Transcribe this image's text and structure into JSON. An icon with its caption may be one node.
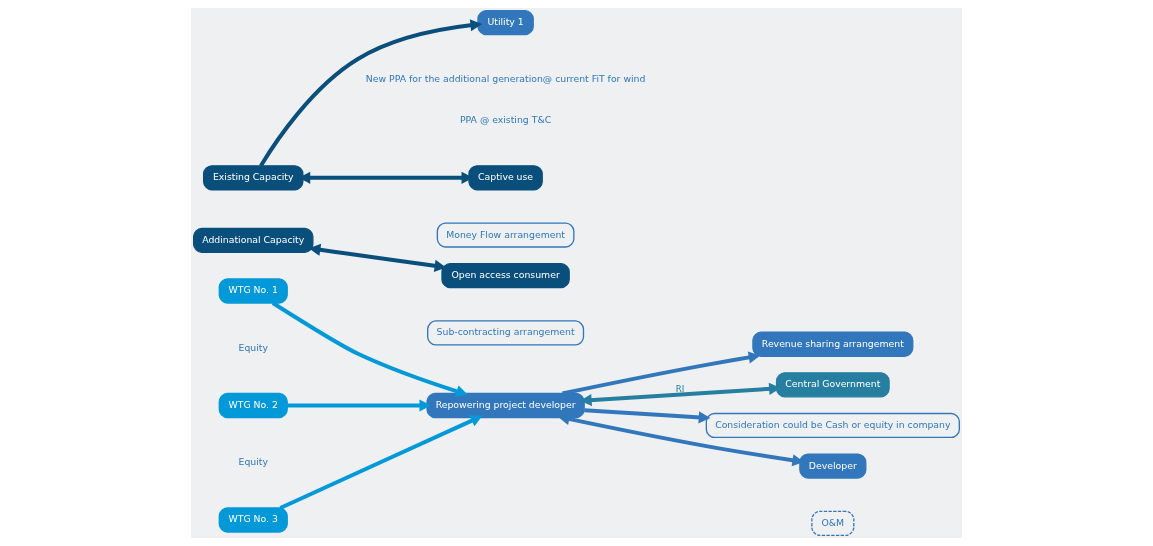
{
  "diagram": {
    "nodes": [
      {
        "text": [
          "Revenue sharing arrangement"
        ]
      },
      {
        "text": [
          "Central Government"
        ]
      },
      {
        "text": [
          "Utility 1"
        ]
      },
      {
        "text": [
          "WTG No. 1"
        ]
      },
      {
        "text": [
          "WTG No. 2"
        ]
      },
      {
        "text": [
          "WTG No. 3"
        ]
      },
      {
        "text": [
          "Repowering project developer"
        ]
      },
      {
        "text": [
          "Existing Capacity"
        ]
      },
      {
        "text": [
          "Captive use"
        ]
      },
      {
        "text": [
          "Addinational Capacity"
        ]
      },
      {
        "text": [
          "Money Flow arrangement"
        ]
      },
      {
        "text": [
          "Open access consumer"
        ]
      },
      {
        "text": [
          "Sub-contracting arrangement"
        ]
      },
      {
        "text": [
          "Consideration could be Cash or equity in company"
        ]
      },
      {
        "text": [
          "Developer"
        ]
      },
      {
        "text": [
          "O&M"
        ]
      }
    ],
    "edges": [
      {
        "from": 3,
        "to": 6,
        "arrow": "to",
        "color": "#0399d9"
      },
      {
        "from": 4,
        "to": 6,
        "arrow": "to",
        "color": "#0399d9"
      },
      {
        "from": 5,
        "to": 6,
        "arrow": "to",
        "color": "#0399d9"
      },
      {
        "from": 6,
        "to": 0,
        "arrow": "to"
      },
      {
        "from": 6,
        "to": 1,
        "arrow": "both",
        "label": "RI",
        "color": "#267fa0"
      },
      {
        "from": 7,
        "to": 2,
        "arrow": "to",
        "color": "#0a4f7c"
      },
      {
        "from": 7,
        "to": 8,
        "arrow": "both",
        "color": "#0a4f7c"
      },
      {
        "from": 9,
        "to": 11,
        "arrow": "both",
        "color": "#0a4f7c"
      },
      {
        "from": 6,
        "to": 13,
        "arrow": "to"
      },
      {
        "from": 6,
        "to": 14,
        "arrow": "both"
      }
    ],
    "labels": [
      "Equity",
      "Equity",
      "New PPA for the additional generation@ current FiT for wind",
      "PPA @ existing T&C"
    ]
  }
}
